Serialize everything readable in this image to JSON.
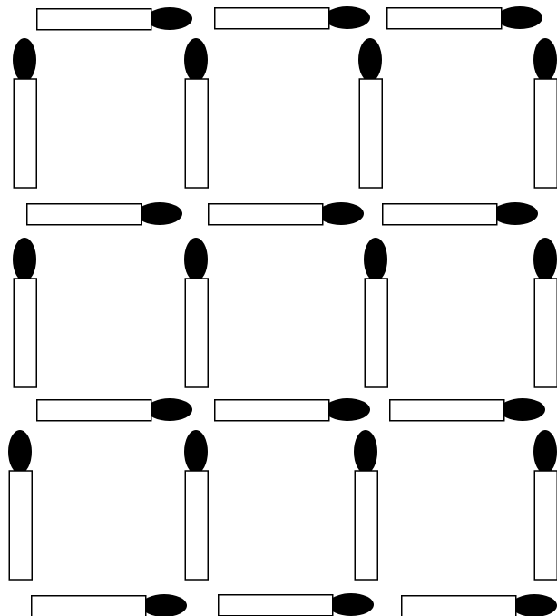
{
  "diagram": {
    "kind": "matchstick-grid",
    "grid_columns": 3,
    "grid_rows": 3,
    "horizontal_match_rows": 4,
    "vertical_match_rows": 3,
    "vertical_matches_per_row": 4,
    "colors": {
      "background": "#ffffff",
      "stick_fill": "#ffffff",
      "stick_stroke": "#000000",
      "match_head": "#000000"
    },
    "icons": {
      "match_head": "match-head-icon",
      "match_stick": "match-stick-icon"
    }
  }
}
